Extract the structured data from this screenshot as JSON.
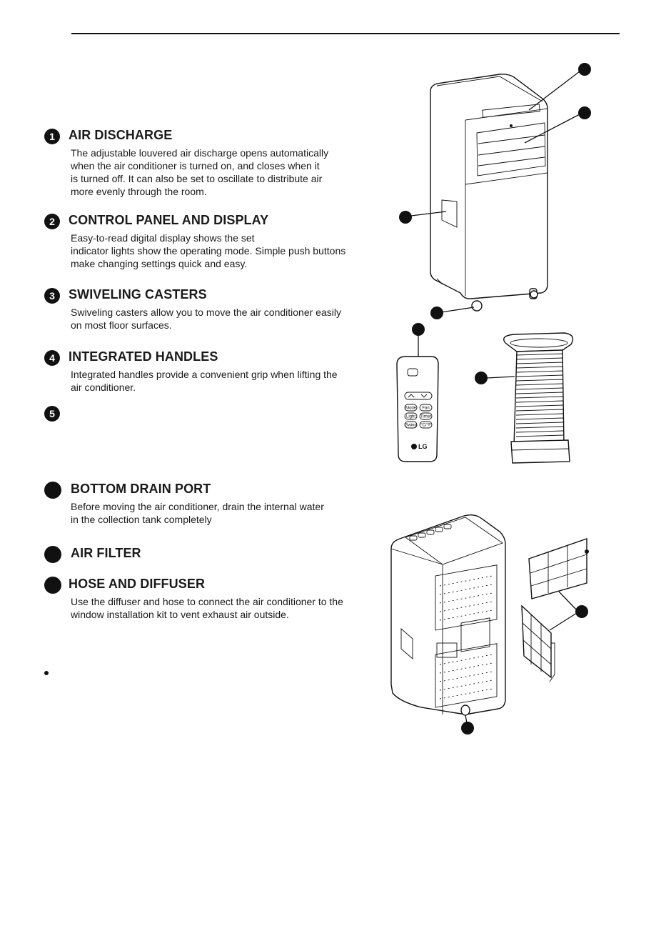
{
  "sections": [
    {
      "number": "1",
      "heading": "AIR DISCHARGE",
      "lines": [
        "The adjustable louvered air discharge opens automatically",
        "when the air conditioner is turned on, and closes when it",
        "is turned off. It can also be set to oscillate to distribute air",
        "more evenly through the room."
      ]
    },
    {
      "number": "2",
      "heading": "CONTROL PANEL AND DISPLAY",
      "lines": [
        "Easy-to-read digital display shows the set",
        "indicator lights show the operating mode. Simple push buttons",
        "make changing settings quick and easy."
      ]
    },
    {
      "number": "3",
      "heading": "SWIVELING CASTERS",
      "lines": [
        "Swiveling casters allow you to move the air conditioner easily",
        "on most floor surfaces."
      ]
    },
    {
      "number": "4",
      "heading": "INTEGRATED HANDLES",
      "lines": [
        "Integrated handles provide a convenient grip when lifting the",
        "air conditioner."
      ]
    },
    {
      "number": "5",
      "heading": "",
      "lines": []
    },
    {
      "number": "",
      "heading": "BOTTOM DRAIN PORT",
      "lines": [
        "Before moving the air conditioner, drain the internal water",
        "in the collection tank completely"
      ]
    },
    {
      "number": "",
      "heading": "AIR FILTER",
      "lines": []
    },
    {
      "number": "",
      "heading": "HOSE  AND DIFFUSER",
      "lines": [
        "Use the diffuser and hose to connect the air conditioner to the",
        "window installation kit to vent exhaust air outside."
      ]
    }
  ],
  "remote": {
    "buttons": [
      "Mode",
      "Fan",
      "Light",
      "Timer",
      "Swing",
      "°C/°F"
    ],
    "logo": "LG"
  }
}
